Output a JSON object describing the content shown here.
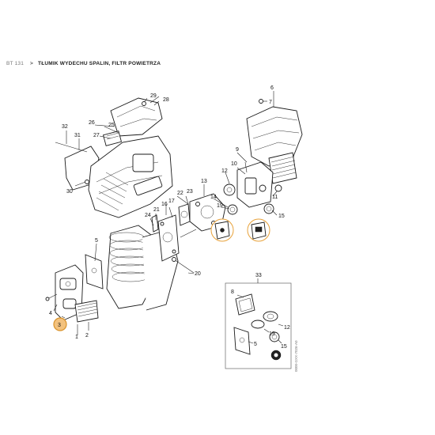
{
  "breadcrumb": {
    "model": "BT 131",
    "separator": ">",
    "title": "TŁUMIK WYDECHU SPALIN, FILTR POWIETRZA"
  },
  "highlight_color": "#e8a23a",
  "callouts": [
    "29",
    "28",
    "26",
    "25",
    "27",
    "32",
    "31",
    "30",
    "13",
    "17",
    "22",
    "23",
    "16",
    "21",
    "14",
    "24",
    "19",
    "5",
    "20",
    "6",
    "9",
    "10",
    "11",
    "12",
    "7",
    "15",
    "33",
    "4",
    "3",
    "1",
    "2",
    "8",
    "12",
    "19",
    "5",
    "15"
  ],
  "inset": {
    "label": "33",
    "parts": [
      "8",
      "12",
      "19",
      "5",
      "15"
    ]
  },
  "side_code": "0000-GXX-7026-A0",
  "highlighted_parts": [
    "3"
  ]
}
